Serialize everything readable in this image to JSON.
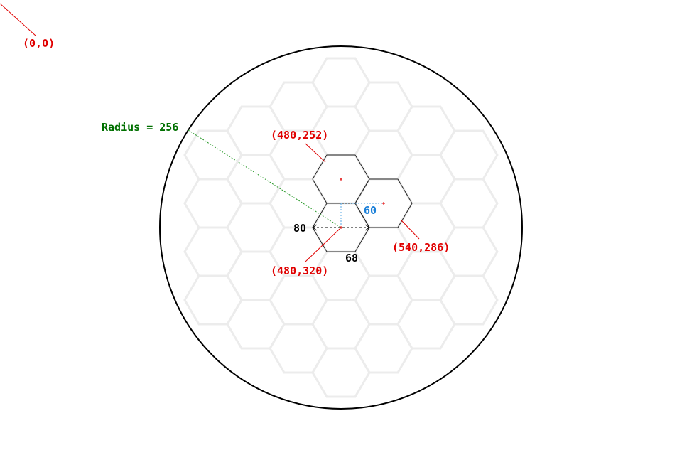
{
  "diagram": {
    "radius_label": "Radius = 256",
    "center_label": "(480,320)",
    "top_hex_label": "(480,252)",
    "right_hex_label": "(540,286)",
    "origin_label": "(0,0)",
    "width_label": "80",
    "height_label": "68",
    "offset_label": "60",
    "colors": {
      "coordinate_labels": "#e00000",
      "radius_label": "#007000",
      "offset_label": "#1a7fd8",
      "background_hex": "#ececec",
      "circle": "#000000"
    }
  }
}
